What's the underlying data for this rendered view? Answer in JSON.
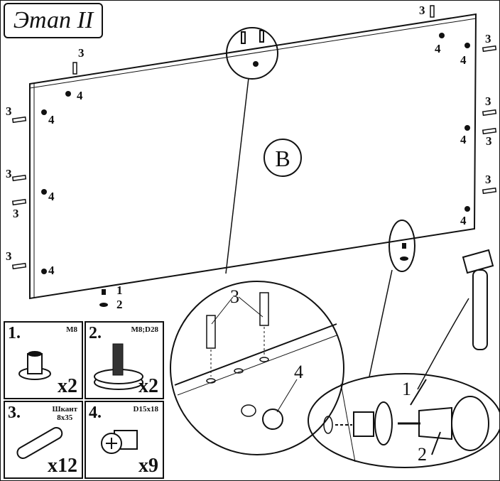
{
  "stage_title": "Этап II",
  "panel_label": "B",
  "callout_numbers": {
    "n1": "1",
    "n2": "2",
    "n3": "3",
    "n4": "4"
  },
  "parts": [
    {
      "number": "1.",
      "spec": "M8",
      "qty": "x2"
    },
    {
      "number": "2.",
      "spec": "M8;D28",
      "qty": "x2"
    },
    {
      "number": "3.",
      "spec": "Шкант\n8x35",
      "qty": "x12"
    },
    {
      "number": "4.",
      "spec": "D15x18",
      "qty": "x9"
    }
  ]
}
